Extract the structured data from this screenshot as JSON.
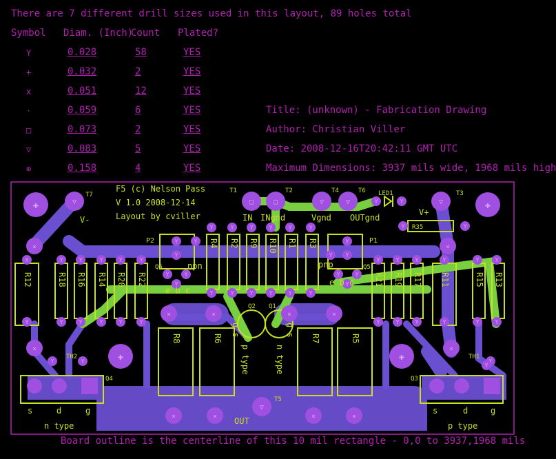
{
  "header": {
    "summary": "There are 7 different drill sizes used in this layout, 89 holes total",
    "columns": [
      "Symbol",
      "Diam. (Inch)",
      "Count",
      "Plated?"
    ]
  },
  "drills": [
    {
      "symbol": "Y",
      "diam": "0.028",
      "count": "58",
      "plated": "YES"
    },
    {
      "symbol": "+",
      "diam": "0.032",
      "count": "2",
      "plated": "YES"
    },
    {
      "symbol": "x",
      "diam": "0.051",
      "count": "12",
      "plated": "YES"
    },
    {
      "symbol": "·",
      "diam": "0.059",
      "count": "6",
      "plated": "YES"
    },
    {
      "symbol": "□",
      "diam": "0.073",
      "count": "2",
      "plated": "YES"
    },
    {
      "symbol": "▽",
      "diam": "0.083",
      "count": "5",
      "plated": "YES"
    },
    {
      "symbol": "⊕",
      "diam": "0.158",
      "count": "4",
      "plated": "YES"
    }
  ],
  "info": {
    "title": "Title: (unknown) - Fabrication Drawing",
    "author": "Author: Christian Viller",
    "date": "Date: 2008-12-16T20:42:11 GMT UTC",
    "dims": "Maximum Dimensions: 3937 mils wide, 1968 mils high"
  },
  "board": {
    "title1": "F5 (c) Nelson Pass",
    "title2": "V 1.0 2008-12-14",
    "title3": "Layout by cviller",
    "labels": {
      "t7": "T7",
      "t1": "T1",
      "t2": "T2",
      "t4": "T4",
      "t6": "T6",
      "led": "LED1",
      "t3": "T3",
      "t5": "T5",
      "vminus": "V-",
      "vplus": "V+",
      "in": "IN",
      "ingnd": "INgnd",
      "vgnd": "Vgnd",
      "outgnd": "OUTgnd",
      "out": "OUT",
      "r35": "R35",
      "p2": "P2",
      "p1": "P1",
      "q6": "Q6",
      "q5": "Q5",
      "q2": "Q2",
      "q1": "Q1",
      "q4": "Q4",
      "q3": "Q3",
      "th2": "TH2",
      "th1": "TH1",
      "npn": "npn",
      "pnp": "pnp",
      "ebc_left": "e b c",
      "ebc_right": "e b c",
      "ptype_mid": "p type",
      "ntype_mid": "n type",
      "ntype_left": "n type",
      "ptype_right": "p type",
      "s_left": "s",
      "d_left": "d",
      "g_left": "g",
      "s_right": "s",
      "d_right": "d",
      "g_right": "g",
      "gs_left": "g s",
      "gs_right": "g s",
      "r12": "R12",
      "r18": "R18",
      "r16": "R16",
      "r14": "R14",
      "r20": "R20",
      "r22": "R22",
      "r4": "R4",
      "r2": "R2",
      "r9": "R9",
      "r10": "R10",
      "r1": "R1",
      "r3": "R3",
      "r21": "R21",
      "r19": "R19",
      "r17": "R17",
      "r11": "R11",
      "r15": "R15",
      "r13": "R13",
      "r8": "R8",
      "r6": "R6",
      "r7": "R7",
      "r5": "R5"
    },
    "footer": "Board outline is the centerline of this 10 mil rectangle - 0,0 to 3937,1968 mils"
  },
  "colors": {
    "background": "#000000",
    "drawing": "#b020b0",
    "copper": "#6a4fd0",
    "trace": "#78d040",
    "silkscreen": "#c8e020",
    "pad": "#a050e0"
  }
}
